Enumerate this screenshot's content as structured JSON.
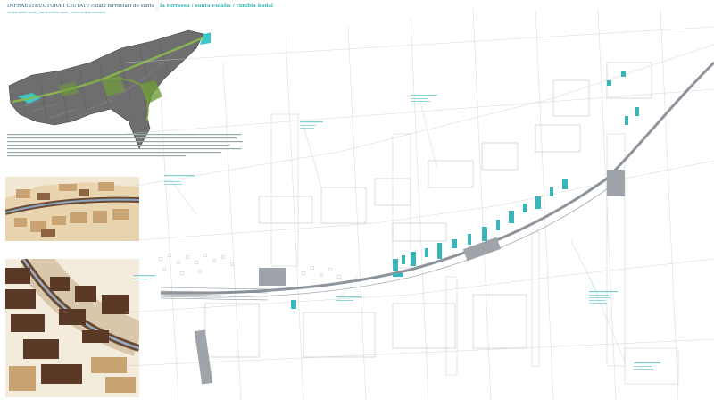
{
  "header": {
    "title_main": "INFRAESTRUCTURA I CIUTAT",
    "title_paren": " / calaix ferroviari de sants _",
    "title_sections": " la torrassa / santa eulàlia / rambla badal",
    "subtitle": "rambla badal sants _ santa eulàlia sants _ santa eulàlia santsans"
  },
  "colors": {
    "title_blue": "#2a5d78",
    "accent_cyan": "#3bb6b8",
    "green_corridor": "#8dbf4a",
    "wood": "#c9a372",
    "dark_wood": "#6b4a33"
  },
  "icons": [
    "aerial-city-map",
    "urban-site-plan",
    "wooden-model-photo"
  ]
}
